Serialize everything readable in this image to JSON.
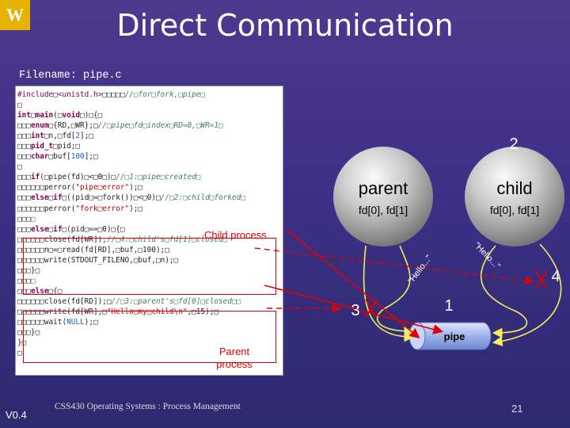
{
  "logo_letter": "W",
  "title": "Direct Communication",
  "filename": "Filename: pipe.c",
  "code_lines": [
    [
      [
        "pp",
        "#include"
      ],
      [
        "",
        "□"
      ],
      [
        "pp",
        "<unistd.h>"
      ],
      [
        "",
        "□□□□□"
      ],
      [
        "cm",
        "//□for□fork,□pipe□"
      ]
    ],
    [
      [
        "",
        "□"
      ]
    ],
    [
      [
        "kw",
        "int"
      ],
      [
        "",
        "□"
      ],
      [
        "kw",
        "main"
      ],
      [
        "",
        "(□"
      ],
      [
        "kw",
        "void"
      ],
      [
        "",
        "□)□{□"
      ]
    ],
    [
      [
        "",
        "□□□"
      ],
      [
        "kw",
        "enum"
      ],
      [
        "",
        "□{RD,□WR};□"
      ],
      [
        "cm",
        "//□pipe□fd□index□RD=0,□WR=1□"
      ]
    ],
    [
      [
        "",
        "□□□"
      ],
      [
        "kw",
        "int"
      ],
      [
        "",
        "□n,□fd["
      ],
      [
        "nm",
        "2"
      ],
      [
        "",
        "];□"
      ]
    ],
    [
      [
        "",
        "□□□"
      ],
      [
        "kw",
        "pid_t"
      ],
      [
        "",
        "□pid;□"
      ]
    ],
    [
      [
        "",
        "□□□"
      ],
      [
        "kw",
        "char"
      ],
      [
        "",
        "□buf["
      ],
      [
        "nm",
        "100"
      ],
      [
        "",
        "];□"
      ]
    ],
    [
      [
        "",
        "□"
      ]
    ],
    [
      [
        "",
        "□□□"
      ],
      [
        "kw",
        "if"
      ],
      [
        "",
        "(□pipe(fd)□<□0□)□"
      ],
      [
        "cm",
        "//□1:□pipe□created□"
      ]
    ],
    [
      [
        "",
        "□□□□□□perror("
      ],
      [
        "st",
        "\"pipe□error\""
      ],
      [
        "",
        ");□"
      ]
    ],
    [
      [
        "",
        "□□□"
      ],
      [
        "kw",
        "else"
      ],
      [
        "",
        "□"
      ],
      [
        "kw",
        "if"
      ],
      [
        "",
        "□((pid□=□fork())□<□0)□"
      ],
      [
        "cm",
        "//□2:□child□forked□"
      ]
    ],
    [
      [
        "",
        "□□□□□□perror("
      ],
      [
        "st",
        "\"fork□error\""
      ],
      [
        "",
        ");□"
      ]
    ],
    [
      [
        "",
        "□□□"
      ],
      [
        "cm",
        "□"
      ]
    ],
    [
      [
        "",
        "□□□"
      ],
      [
        "kw",
        "else"
      ],
      [
        "",
        "□"
      ],
      [
        "kw",
        "if"
      ],
      [
        "",
        "□(pid□==□0)□{□"
      ]
    ],
    [
      [
        "",
        "□□□□□□close(fd[WR]);"
      ],
      [
        "cm",
        "//□4:□child's□fd[1]□closed□"
      ]
    ],
    [
      [
        "",
        "□□□□□□n□=□read(fd[RD],□buf,□100);□"
      ]
    ],
    [
      [
        "",
        "□□□□□□write(STDOUT_FILENO,□buf,□n);□"
      ]
    ],
    [
      [
        "",
        "□□□}□"
      ]
    ],
    [
      [
        "",
        "□□□"
      ],
      [
        "cm",
        "□"
      ]
    ],
    [
      [
        "",
        "□□□"
      ],
      [
        "kw",
        "else"
      ],
      [
        "",
        "□{□"
      ]
    ],
    [
      [
        "",
        "□□□□□□close(fd[RD]);□"
      ],
      [
        "cm",
        "//□3:□parent's□fd[0]□closed□□"
      ]
    ],
    [
      [
        "",
        "□□□□□□write(fd[WR],□"
      ],
      [
        "st",
        "\"Hello□my□child\\n\""
      ],
      [
        "",
        ",□15);□"
      ]
    ],
    [
      [
        "",
        "□□□□□□wait("
      ],
      [
        "nm",
        "NULL"
      ],
      [
        "",
        ");□"
      ]
    ],
    [
      [
        "",
        "□□□}□"
      ]
    ],
    [
      [
        "",
        "}□"
      ]
    ],
    [
      [
        "",
        "□"
      ]
    ]
  ],
  "labels": {
    "child_process": "Child process",
    "parent_process_line1": "Parent",
    "parent_process_line2": "process"
  },
  "diagram": {
    "parent_name": "parent",
    "parent_fds": "fd[0], fd[1]",
    "child_name": "child",
    "child_fds": "fd[0], fd[1]",
    "pipe_label": "pipe",
    "hello_left": "\"Hello...\"",
    "hello_right": "\"Hello...\"",
    "step1": "1",
    "step2": "2",
    "step3": "3",
    "step4": "4"
  },
  "footer": "CSS430 Operating Systems : Process Management",
  "page_number": "21",
  "version": "V0.4",
  "colors": {
    "background": "#3d2f86",
    "logo": "#e7b100",
    "annotation_red": "#e00000",
    "arrow_yellow": "#f5ee5a",
    "pipe_blue": "#8fa8e8"
  }
}
